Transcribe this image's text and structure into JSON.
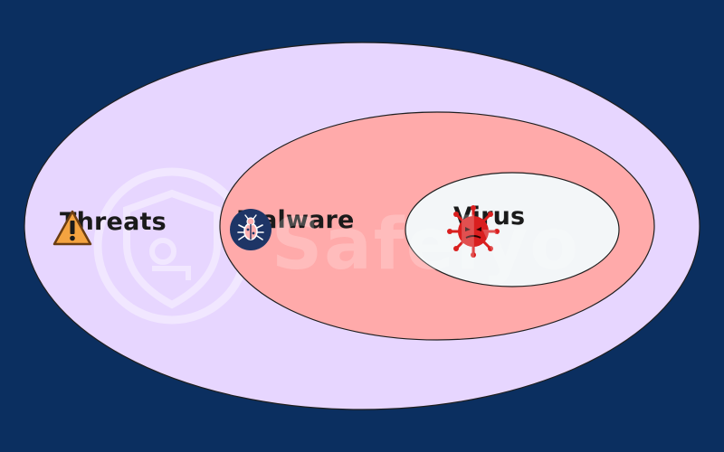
{
  "diagram": {
    "outer_label": "Threats",
    "middle_label": "Malware",
    "inner_label": "Virus",
    "watermark": "Safelyo",
    "colors": {
      "background": "#0b2f60",
      "outer_fill": "#e7d6ff",
      "middle_fill": "#ffaaaa",
      "inner_fill": "#f3f6f8",
      "warning_fill": "#f4a340",
      "malware_badge": "#1e3566",
      "virus_red": "#d91f1f"
    },
    "icons": {
      "outer": "warning-icon",
      "middle": "bug-icon",
      "inner": "virus-icon"
    }
  }
}
